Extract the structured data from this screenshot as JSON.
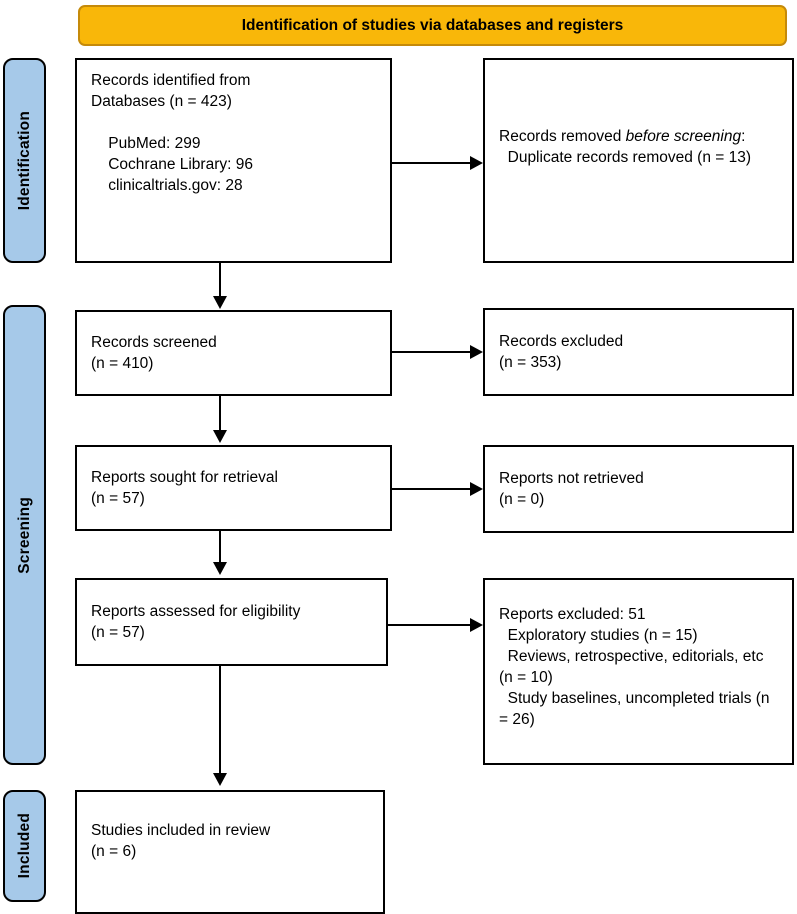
{
  "header": {
    "title": "Identification of studies via databases and registers",
    "bg_color": "#F9B709",
    "border_color": "#C58A0A"
  },
  "stages": {
    "pill_color": "#A6C9E9",
    "identification": "Identification",
    "screening": "Screening",
    "included": "Included"
  },
  "boxes": {
    "identified": "Records identified from\nDatabases (n = 423)\n\n    PubMed: 299\n    Cochrane Library: 96\n    clinicaltrials.gov: 28",
    "removed_before_screening_prefix": "Records removed ",
    "removed_before_screening_italic": "before screening",
    "removed_before_screening_suffix": ":\n  Duplicate records removed (n = 13)",
    "screened": "Records screened\n(n = 410)",
    "records_excluded": "Records excluded\n(n = 353)",
    "sought_for_retrieval": "Reports sought for retrieval\n(n = 57)",
    "not_retrieved": "Reports not retrieved\n(n = 0)",
    "assessed_for_eligibility": "Reports assessed for eligibility\n(n = 57)",
    "reports_excluded": "Reports excluded: 51\n  Exploratory studies (n = 15)\n  Reviews, retrospective, editorials, etc (n = 10)\n  Study baselines, uncompleted trials (n = 26)",
    "studies_included": "Studies included in review\n(n = 6)"
  },
  "counts": {
    "records_identified_total": 423,
    "pubmed": 299,
    "cochrane_library": 96,
    "clinicaltrials_gov": 28,
    "duplicates_removed": 13,
    "records_screened": 410,
    "records_excluded": 353,
    "reports_sought": 57,
    "reports_not_retrieved": 0,
    "reports_assessed": 57,
    "reports_excluded_total": 51,
    "exploratory_studies": 15,
    "reviews_retrospective_editorials": 10,
    "study_baselines_uncompleted": 26,
    "studies_included": 6
  }
}
